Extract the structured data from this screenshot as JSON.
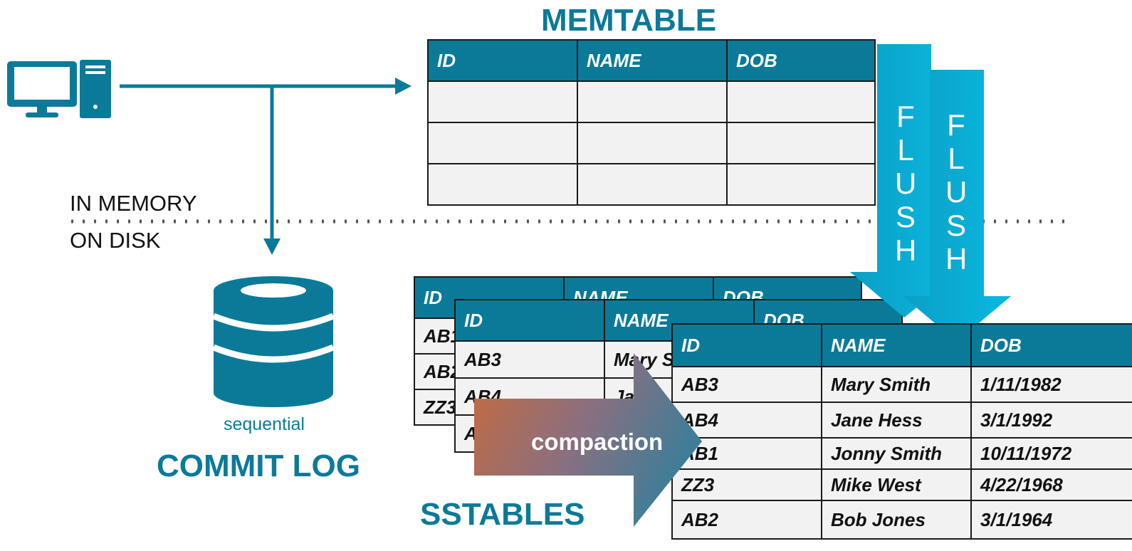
{
  "labels": {
    "memtable": "MEMTABLE",
    "in_memory": "IN MEMORY",
    "on_disk": "ON DISK",
    "sequential": "sequential",
    "commit_log": "COMMIT LOG",
    "sstables": "SSTABLES",
    "compaction": "compaction",
    "flush": "FLUSH"
  },
  "memtable": {
    "headers": [
      "ID",
      "NAME",
      "DOB"
    ],
    "rows": [
      [
        "",
        "",
        ""
      ],
      [
        "",
        "",
        ""
      ],
      [
        "",
        "",
        ""
      ]
    ]
  },
  "sstable_back": {
    "headers": [
      "ID",
      "NAME",
      "DOB"
    ],
    "rows": [
      [
        "AB1"
      ],
      [
        "AB2"
      ],
      [
        "ZZ3"
      ]
    ]
  },
  "sstable_middle": {
    "headers": [
      "ID",
      "NAME",
      "DOB"
    ],
    "rows": [
      [
        "AB3",
        "Mary S"
      ],
      [
        "AB4",
        "Ja"
      ],
      [
        "A",
        ""
      ]
    ]
  },
  "sstable_front": {
    "headers": [
      "ID",
      "NAME",
      "DOB"
    ],
    "rows": [
      [
        "AB3",
        "Mary Smith",
        "1/11/1982"
      ],
      [
        "AB4",
        "Jane Hess",
        "3/1/1992"
      ],
      [
        "AB1",
        "Jonny Smith",
        "10/11/1972"
      ],
      [
        "ZZ3",
        "Mike West",
        "4/22/1968"
      ],
      [
        "AB2",
        "Bob Jones",
        "3/1/1964"
      ]
    ]
  },
  "colors": {
    "teal": "#0b7a99",
    "flush_cyan": "#08b6dd",
    "compaction_start": "#c96a3a",
    "compaction_end": "#3f7d97"
  },
  "icons": [
    "computer-icon",
    "database-icon"
  ]
}
